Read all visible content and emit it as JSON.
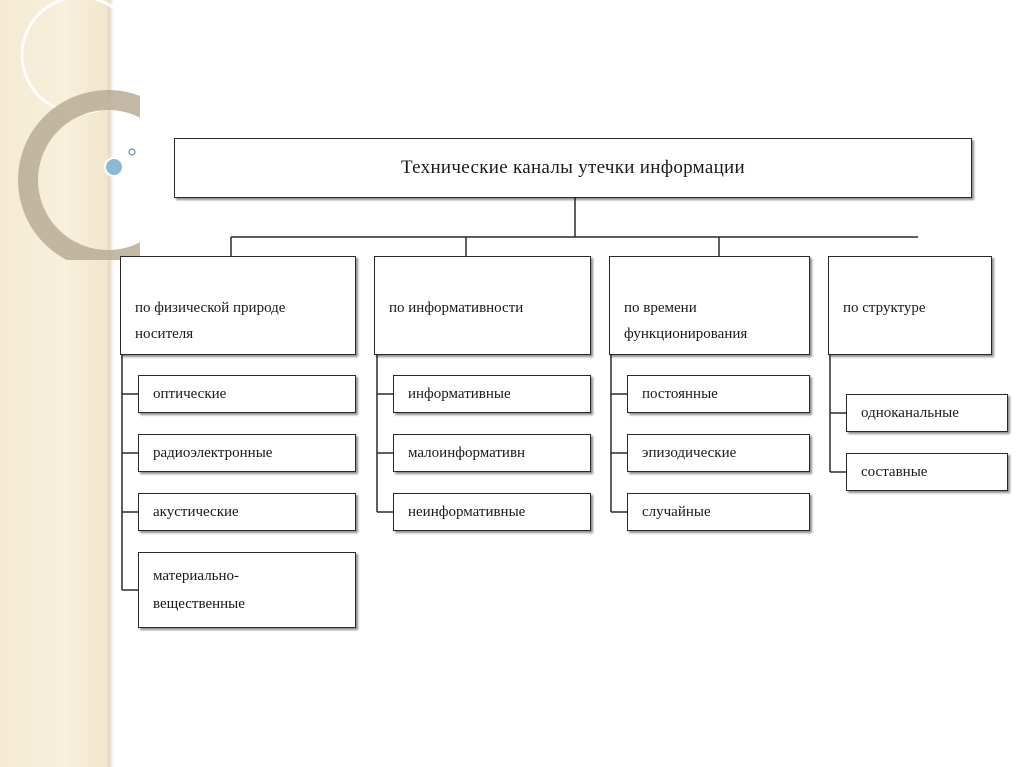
{
  "diagram": {
    "title": "Технические каналы утечки информации",
    "categories": [
      {
        "label": "по физической природе носителя",
        "items": [
          "оптические",
          "радиоэлектронные",
          "акустические",
          "материально-\nвещественные"
        ]
      },
      {
        "label": "по информативности",
        "items": [
          "информативные",
          "малоинформативн",
          "неинформативные"
        ]
      },
      {
        "label": "по времени\nфункционирования",
        "items": [
          "постоянные",
          "эпизодические",
          "случайные"
        ]
      },
      {
        "label": "по структуре",
        "items": [
          "одноканальные",
          "составные"
        ]
      }
    ]
  },
  "colors": {
    "band": "#f4ead4",
    "ring": "#b7ab94",
    "line": "#2a2a2a",
    "bubble": "#8fb8d6"
  }
}
